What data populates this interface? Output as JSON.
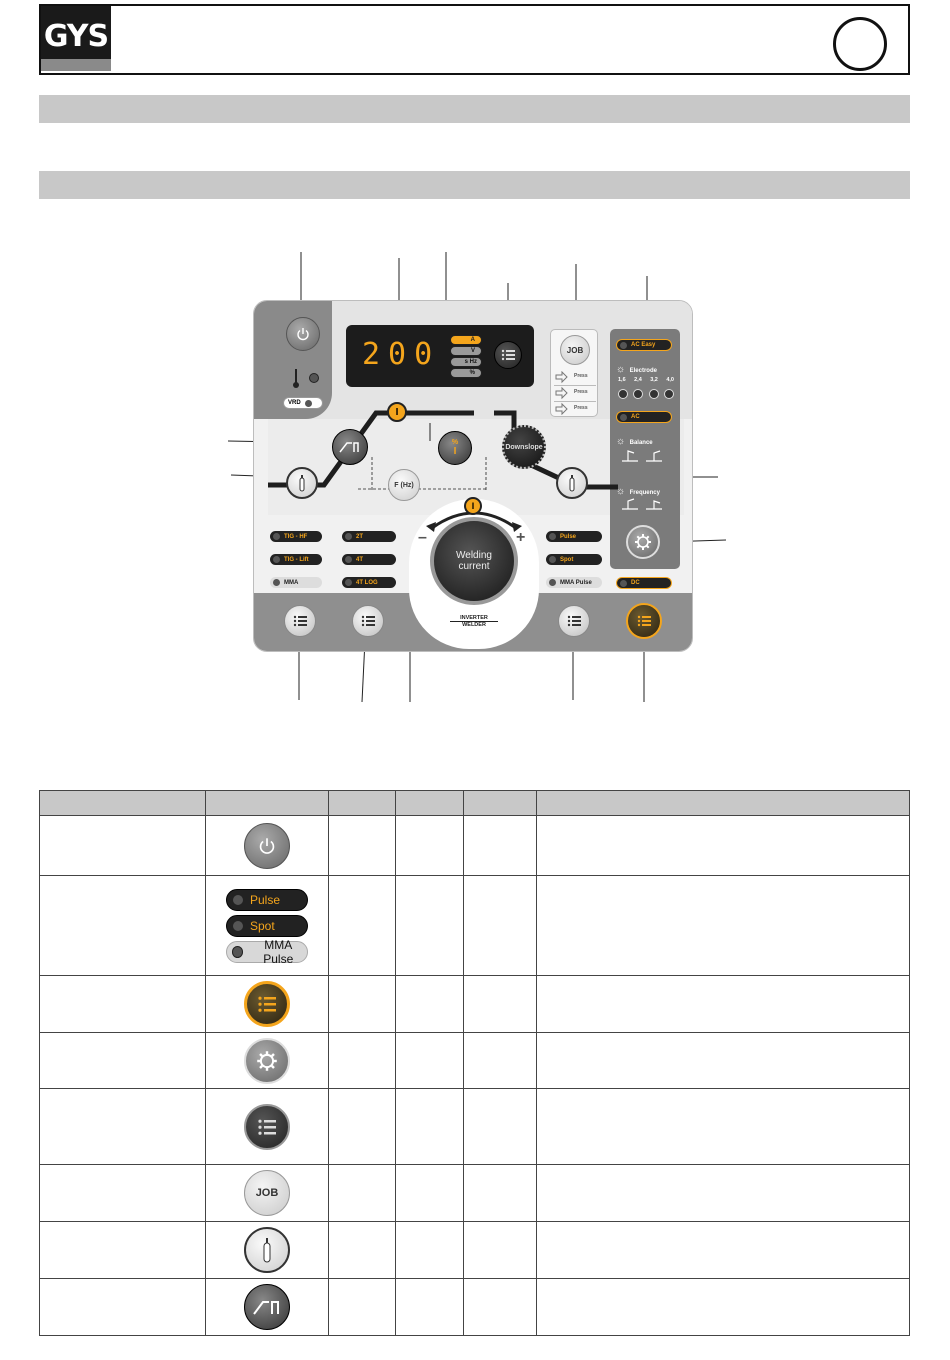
{
  "header": {
    "logo": "GYS"
  },
  "panel": {
    "display_value": "200",
    "units": [
      "A",
      "V",
      "s Hz",
      "%"
    ],
    "job_button": "JOB",
    "press_labels": [
      "Press",
      "Press",
      "Press"
    ],
    "ac_easy": "AC Easy",
    "electrode_label": "Electrode",
    "electrode_sizes": [
      "1,6",
      "2,4",
      "3,2",
      "4,0"
    ],
    "ac": "AC",
    "balance_label": "Balance",
    "frequency_label": "Frequency",
    "dc": "DC",
    "downslope": "Downslope",
    "vrd": "VRD",
    "i_symbol": "I",
    "pct_symbol": "%",
    "f_hz": "F (Hz)",
    "welding_current": "Welding current",
    "minus": "–",
    "plus": "+",
    "inverter": "INVERTER",
    "welder": "WELDER",
    "modes_col1": [
      "TIG - HF",
      "TIG - Lift",
      "MMA"
    ],
    "modes_col2": [
      "2T",
      "4T",
      "4T LOG"
    ],
    "modes_col3": [
      "Pulse",
      "Spot",
      "MMA Pulse"
    ]
  },
  "table": {
    "row2_chips": [
      "Pulse",
      "Spot",
      "MMA Pulse"
    ],
    "job_icon": "JOB"
  },
  "colors": {
    "accent": "#f4a51c",
    "panel_gray": "#7b7b7b",
    "dark": "#1e1e1e"
  },
  "icons": [
    "power-icon",
    "menu-list-icon",
    "gear-icon",
    "torch-icon",
    "slope-icon",
    "thermometer-icon"
  ]
}
